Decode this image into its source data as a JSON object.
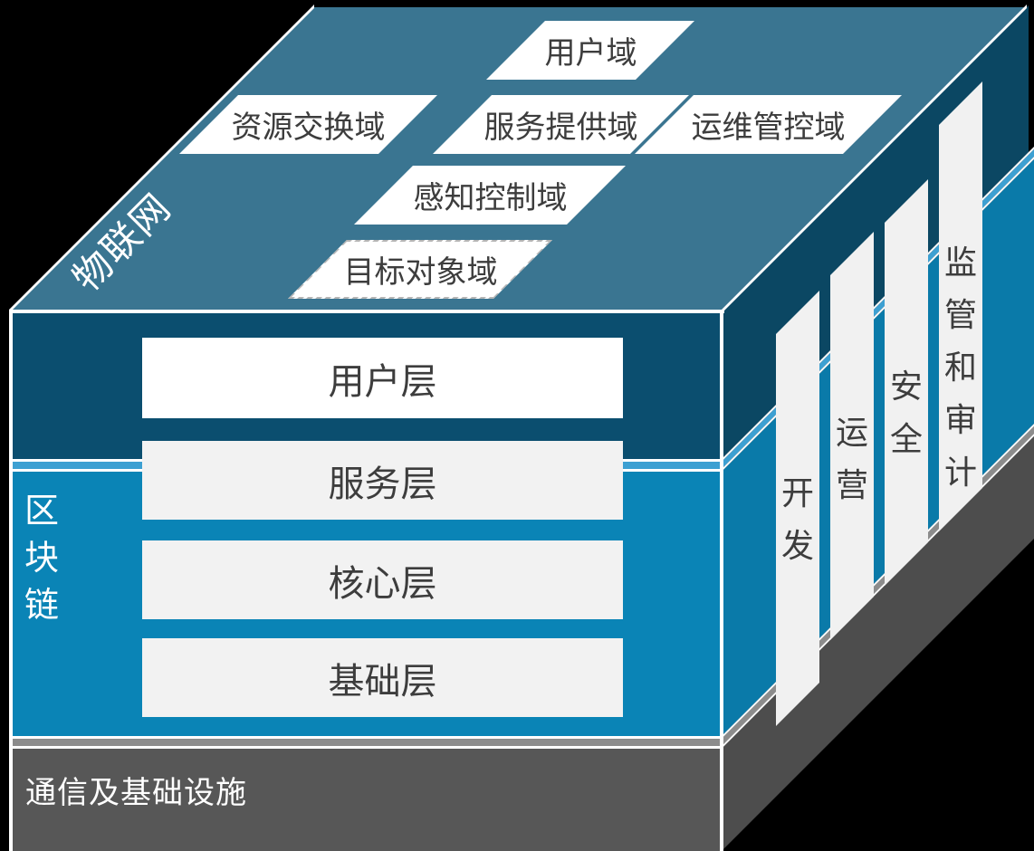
{
  "iot": {
    "side_label": "物联网",
    "top_domains": [
      "用户域",
      "资源交换域",
      "服务提供域",
      "运维管控域",
      "感知控制域",
      "目标对象域"
    ]
  },
  "layers": [
    "用户层",
    "服务层",
    "核心层",
    "基础层"
  ],
  "blockchain": {
    "side_label": "区块链"
  },
  "infrastructure": {
    "label": "通信及基础设施"
  },
  "pillars": [
    "开发",
    "运营",
    "安全",
    "监管和审计"
  ],
  "colors": {
    "background": "#000000",
    "top_face": "#3a7591",
    "iot_front": "#0b4e6f",
    "iot_side": "#0b4763",
    "blockchain_front": "#0a84b6",
    "blockchain_side": "#0a7aa9",
    "bevel_blue": "#3da0d2",
    "infra_front": "#575757",
    "infra_side": "#4d4d4d",
    "bevel_gray": "#8c8c8c",
    "panel_light": "#f2f2f2",
    "text_dark": "#3d3d3d"
  }
}
